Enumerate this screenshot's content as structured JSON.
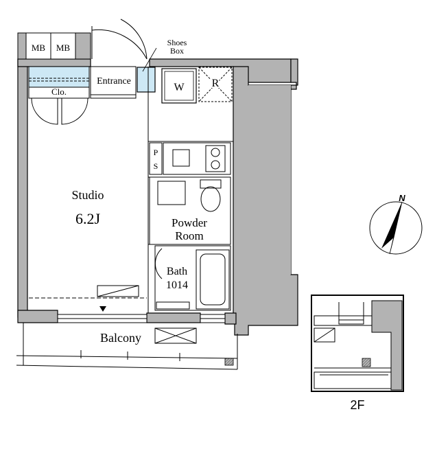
{
  "rooms": {
    "studio": {
      "name": "Studio",
      "size": "6.2J"
    },
    "entrance": "Entrance",
    "closet": "Clo.",
    "meter_box_left": "MB",
    "meter_box_right": "MB",
    "shoes_box_line1": "Shoes",
    "shoes_box_line2": "Box",
    "washer": "W",
    "refrigerator": "R",
    "pipe_space_line1": "P",
    "pipe_space_line2": "S",
    "powder_room_line1": "Powder",
    "powder_room_line2": "Room",
    "bath_line1": "Bath",
    "bath_line2": "1014",
    "balcony": "Balcony"
  },
  "compass": {
    "label": "N"
  },
  "key_plan": {
    "floor": "2F"
  },
  "colors": {
    "wall": "#b3b3b3",
    "storage": "#cde8f5",
    "line": "#000000"
  }
}
